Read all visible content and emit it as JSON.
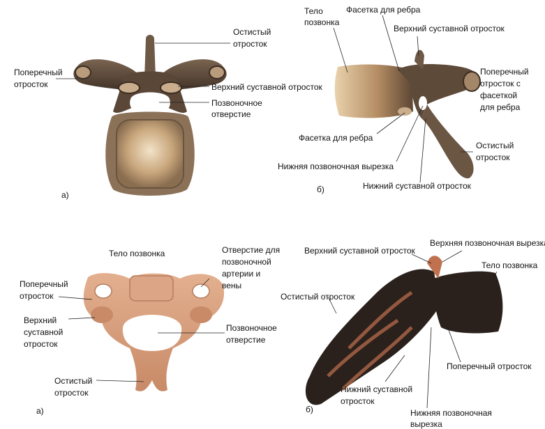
{
  "colors": {
    "thoracic_dark": "#4a3a2c",
    "thoracic_mid": "#6b5644",
    "thoracic_body": "#c8ad86",
    "cervical_main": "#d6a07e",
    "cervical_shadow": "#b57c5d",
    "lumbar_dark": "#2a211c",
    "lumbar_accent": "#c0714f"
  },
  "panel_top_left": {
    "letter": "а)",
    "labels": {
      "spinous": [
        "Остистый",
        "отросток"
      ],
      "transverse": [
        "Поперечный",
        "отросток"
      ],
      "superior_articular": "Верхний суставной отросток",
      "vertebral_foramen": [
        "Позвоночное",
        "отверстие"
      ]
    }
  },
  "panel_top_right": {
    "letter": "б)",
    "labels": {
      "body": [
        "Тело",
        "позвонка"
      ],
      "rib_facet_top": "Фасетка для ребра",
      "superior_articular": "Верхний суставной отросток",
      "transverse_facet": [
        "Поперечный",
        "отросток с",
        "фасеткой",
        "для ребра"
      ],
      "rib_facet_bottom": "Фасетка для ребра",
      "spinous": [
        "Остистый",
        "отросток"
      ],
      "inferior_notch": "Нижняя позвоночная вырезка",
      "inferior_articular": "Нижний суставной отросток"
    }
  },
  "panel_bottom_left": {
    "letter": "а)",
    "labels": {
      "body": "Тело позвонка",
      "artery_foramen": [
        "Отверстие для",
        "позвоночной",
        "артерии и",
        "вены"
      ],
      "transverse": [
        "Поперечный",
        "отросток"
      ],
      "superior_articular": [
        "Верхний",
        "суставной",
        "отросток"
      ],
      "vertebral_foramen": [
        "Позвоночное",
        "отверстие"
      ],
      "spinous": [
        "Остистый",
        "отросток"
      ]
    }
  },
  "panel_bottom_right": {
    "letter": "б)",
    "labels": {
      "superior_articular": "Верхний суставной отросток",
      "superior_notch": "Верхняя позвоночная вырезка",
      "body": "Тело позвонка",
      "spinous": "Остистый отросток",
      "transverse": "Поперечный отросток",
      "inferior_articular": [
        "Нижний суставной",
        "отросток"
      ],
      "inferior_notch": [
        "Нижняя позвоночная",
        "вырезка"
      ]
    }
  }
}
